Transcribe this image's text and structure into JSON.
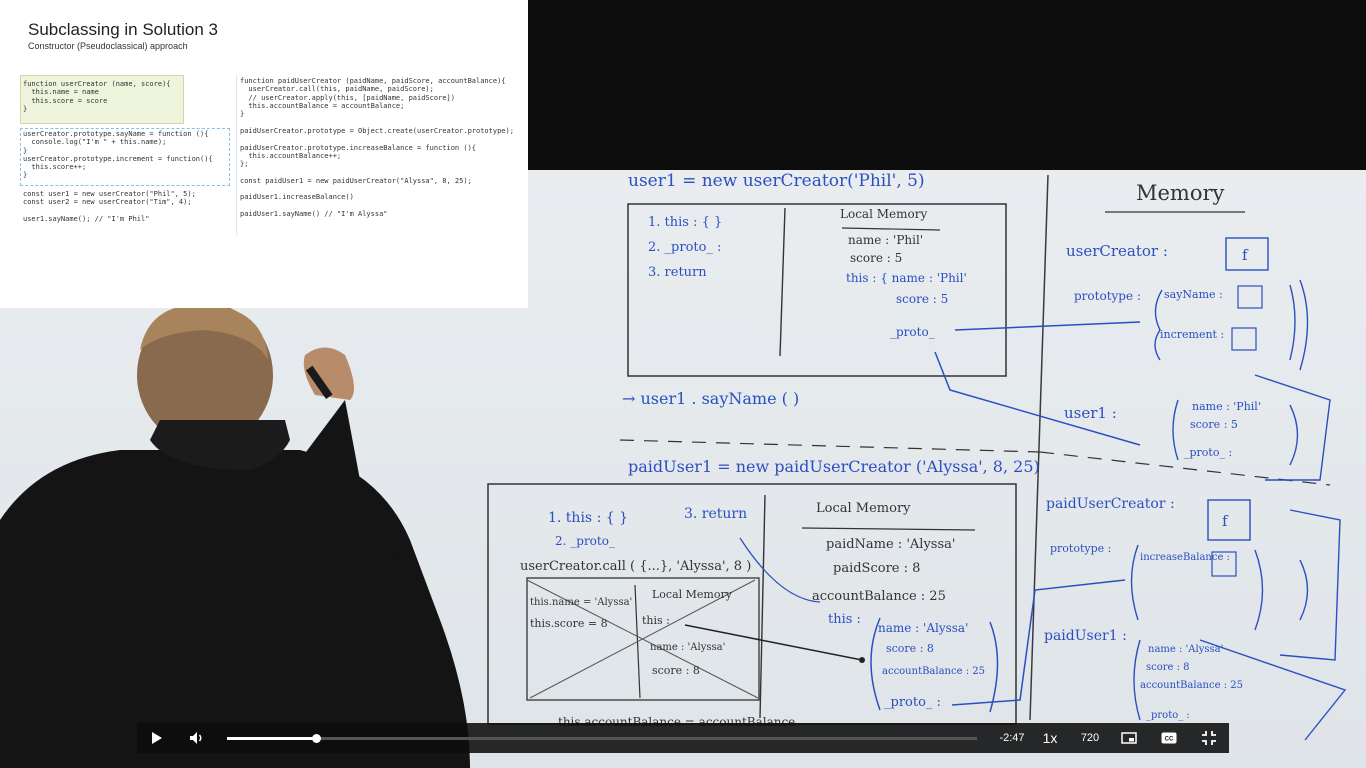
{
  "slide": {
    "title": "Subclassing in Solution 3",
    "subtitle": "Constructor (Pseudoclassical) approach",
    "left_code_1": "function userCreator (name, score){\n  this.name = name\n  this.score = score\n}",
    "left_code_2": "userCreator.prototype.sayName = function (){\n  console.log(\"I'm \" + this.name);\n}\nuserCreator.prototype.increment = function(){\n  this.score++;\n}",
    "left_code_3": "const user1 = new userCreator(\"Phil\", 5);\nconst user2 = new userCreator(\"Tim\", 4);\n\nuser1.sayName(); // \"I'm Phil\"",
    "right_code_1": "function paidUserCreator (paidName, paidScore, accountBalance){\n  userCreator.call(this, paidName, paidScore);\n  // userCreator.apply(this, [paidName, paidScore])\n  this.accountBalance = accountBalance;\n}",
    "right_code_2": "paidUserCreator.prototype = Object.create(userCreator.prototype);\n\npaidUserCreator.prototype.increaseBalance = function (){\n  this.accountBalance++;\n};\n\nconst paidUser1 = new paidUserCreator(\"Alyssa\", 8, 25);\n\npaidUser1.increaseBalance()\n\npaidUser1.sayName() // \"I'm Alyssa\""
  },
  "whiteboard": {
    "line_user1": "user1 = new userCreator('Phil', 5)",
    "box1_steps": [
      "1. this : { }",
      "2. _proto_ :",
      "3. return"
    ],
    "local_memory": "Local Memory",
    "lm1_lines": [
      "name : 'Phil'",
      "score : 5",
      "this : { name : 'Phil'",
      "score : 5",
      "_proto_"
    ],
    "memory_title": "Memory",
    "mem_usercreator": "userCreator :",
    "mem_f": "f",
    "mem_prototype": "prototype :",
    "mem_sayname": "sayName :",
    "mem_increment": "increment :",
    "mem_user1": "user1 :",
    "mem_user1_lines": [
      "name : 'Phil'",
      "score : 5",
      "_proto_ :"
    ],
    "call_sayname": "→ user1 . sayName ( )",
    "line_paiduser": "paidUser1 = new paidUserCreator ('Alyssa', 8, 25)",
    "box2_steps": [
      "1. this : { }",
      "2. _proto_",
      "3. return"
    ],
    "usercreator_call": "userCreator.call ( {...}, 'Alyssa', 8 )",
    "inner_box_left": [
      "this.name = 'Alyssa'",
      "this.score = 8"
    ],
    "inner_lm_lines": [
      "this :",
      "name : 'Alyssa'",
      "score : 8"
    ],
    "lm2_lines": [
      "paidName : 'Alyssa'",
      "paidScore : 8",
      "accountBalance : 25",
      "this :",
      "name : 'Alyssa'",
      "score : 8",
      "accountBalance : 25",
      "_proto_ :"
    ],
    "mem_paidusercreator": "paidUserCreator :",
    "mem_increase_balance": "increaseBalance :",
    "mem_paiduser1": "paidUser1 :",
    "mem_paiduser1_lines": [
      "name : 'Alyssa'",
      "score : 8",
      "accountBalance : 25",
      "_proto_ :"
    ],
    "bottom_line": "this.accountBalance = accountBalance"
  },
  "controls": {
    "play_icon": "play-icon",
    "volume_icon": "volume-icon",
    "progress_fraction": 0.118,
    "time_remaining": "-2:47",
    "speed": "1x",
    "quality": "720",
    "pip_icon": "picture-in-picture-icon",
    "cc_icon": "closed-captions-icon",
    "fullscreen_icon": "exit-fullscreen-icon"
  },
  "colors": {
    "marker_black": "#2a2a2a",
    "marker_blue": "#2b4fc0",
    "controls_bg": "#0c0c0c"
  }
}
